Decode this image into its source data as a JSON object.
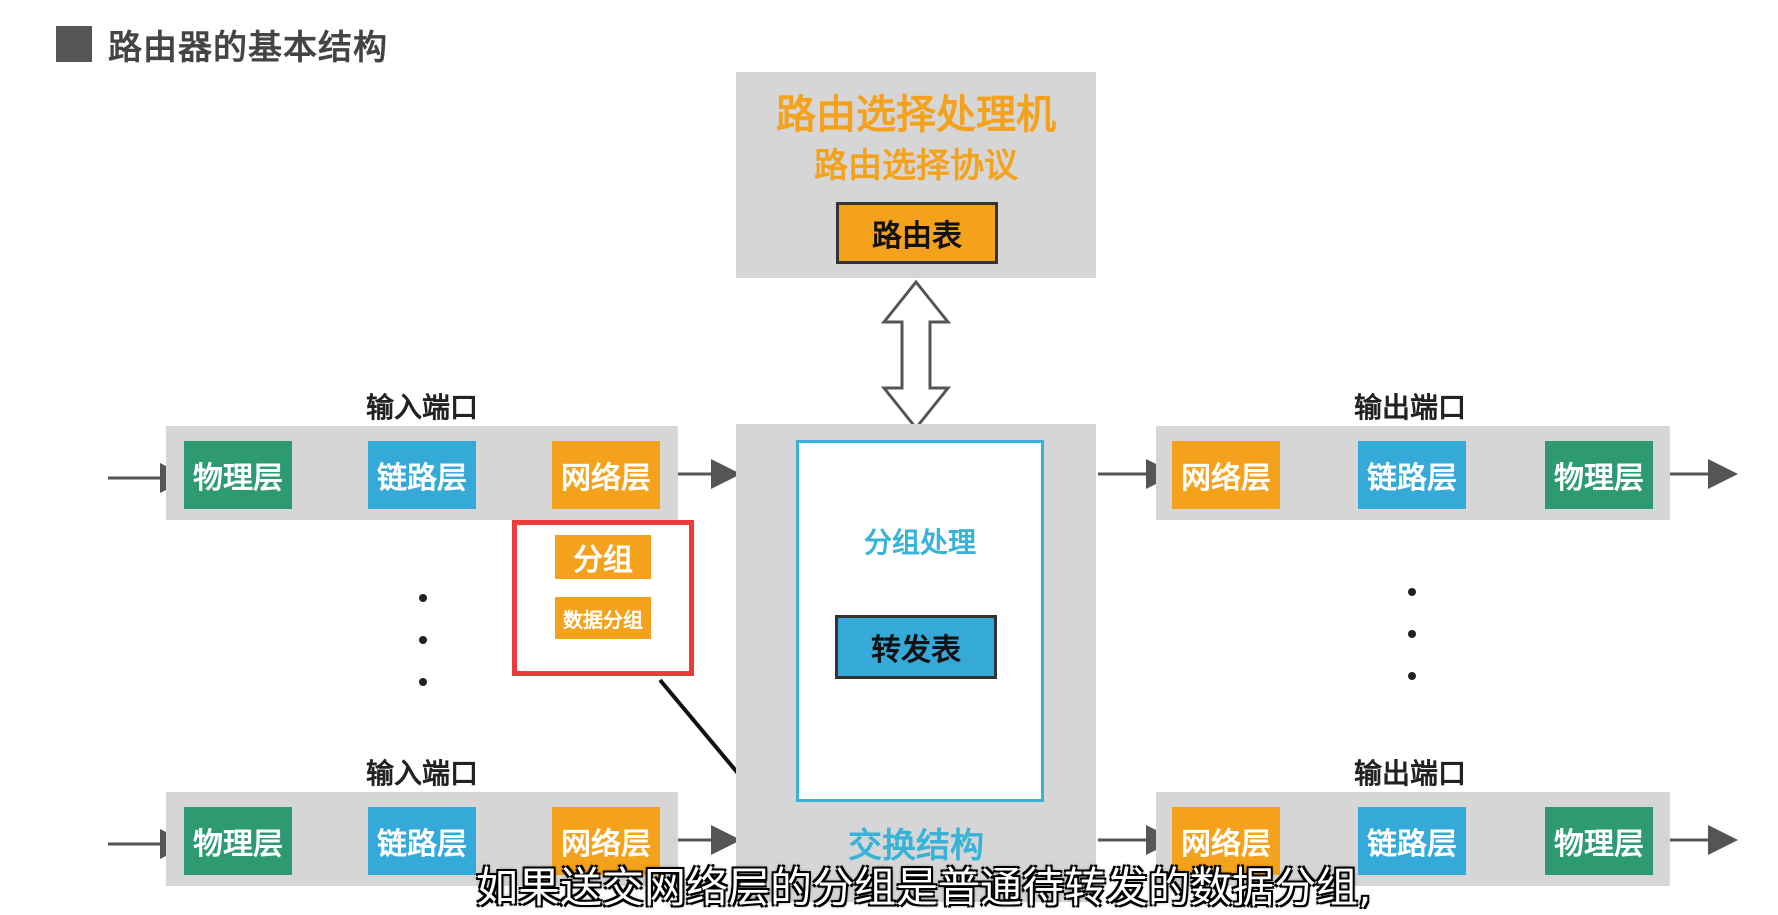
{
  "header": {
    "title": "路由器的基本结构"
  },
  "routing_processor": {
    "title": "路由选择处理机",
    "subtitle": "路由选择协议",
    "table": "路由表"
  },
  "input_ports": [
    {
      "label": "输入端口",
      "layers": [
        "物理层",
        "链路层",
        "网络层"
      ]
    },
    {
      "label": "输入端口",
      "layers": [
        "物理层",
        "链路层",
        "网络层"
      ]
    }
  ],
  "output_ports": [
    {
      "label": "输出端口",
      "layers": [
        "网络层",
        "链路层",
        "物理层"
      ]
    },
    {
      "label": "输出端口",
      "layers": [
        "网络层",
        "链路层",
        "物理层"
      ]
    }
  ],
  "packet_callout": {
    "packet": "分组",
    "data_packet": "数据分组"
  },
  "switch_fabric": {
    "packet_processing": "分组处理",
    "forwarding_table": "转发表",
    "label": "交换结构"
  },
  "caption": "如果送交网络层的分组是普通待转发的数据分组,",
  "colors": {
    "physical": "#2e9a72",
    "link": "#35a9d8",
    "network": "#f4a21c",
    "highlight": "#ee3a3a"
  }
}
